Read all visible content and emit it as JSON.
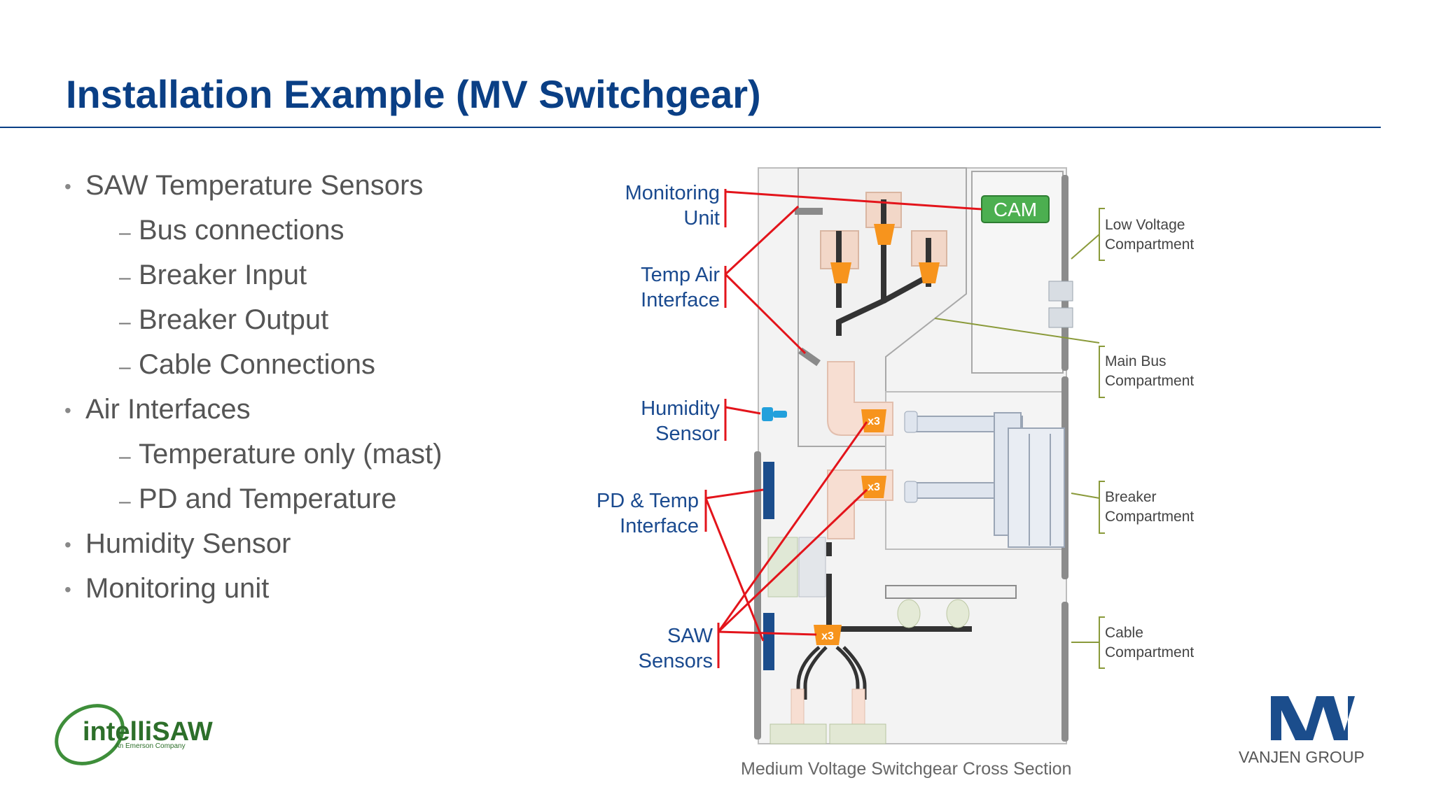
{
  "slide": {
    "title": "Installation Example (MV Switchgear)"
  },
  "bullets": [
    {
      "text": "SAW Temperature Sensors",
      "level": 1
    },
    {
      "text": "Bus connections",
      "level": 2
    },
    {
      "text": "Breaker Input",
      "level": 2
    },
    {
      "text": "Breaker Output",
      "level": 2
    },
    {
      "text": "Cable Connections",
      "level": 2
    },
    {
      "text": "Air Interfaces",
      "level": 1
    },
    {
      "text": "Temperature only (mast)",
      "level": 2
    },
    {
      "text": "PD and Temperature",
      "level": 2
    },
    {
      "text": "Humidity Sensor",
      "level": 1
    },
    {
      "text": "Monitoring unit",
      "level": 1
    }
  ],
  "diagram": {
    "caption": "Medium Voltage Switchgear Cross Section",
    "cam_label": "CAM",
    "left_labels": {
      "monitoring": [
        "Monitoring",
        "Unit"
      ],
      "temp_air": [
        "Temp Air",
        "Interface"
      ],
      "humidity": [
        "Humidity",
        "Sensor"
      ],
      "pd_temp": [
        "PD & Temp",
        "Interface"
      ],
      "saw": [
        "SAW",
        "Sensors"
      ]
    },
    "compartments": {
      "low_voltage": [
        "Low Voltage",
        "Compartment"
      ],
      "main_bus": [
        "Main Bus",
        "Compartment"
      ],
      "breaker": [
        "Breaker",
        "Compartment"
      ],
      "cable": [
        "Cable",
        "Compartment"
      ]
    },
    "sensor_count_badges": [
      "x3",
      "x3",
      "x3"
    ],
    "colors": {
      "leader_lines": "#e3141b",
      "sensor_orange": "#f7941d",
      "cam_green": "#4caf50",
      "label_blue": "#1a4a8f",
      "compartment_brackets": "#8a9a3a"
    }
  },
  "logos": {
    "left": {
      "name": "intelliSAW",
      "tagline": "An Emerson Company"
    },
    "right": {
      "name": "VANJEN GROUP"
    }
  }
}
